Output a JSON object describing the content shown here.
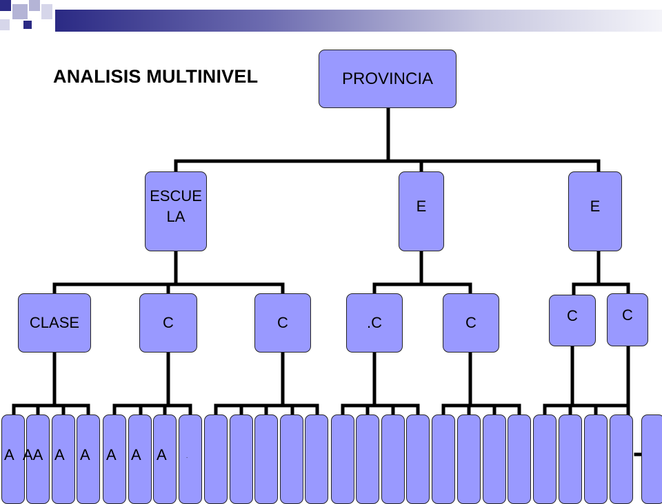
{
  "title": "ANALISIS MULTINIVEL",
  "colors": {
    "node_fill": "#9999ff",
    "node_border": "#222222",
    "connector": "#000000",
    "header_dark": "#2b2a84"
  },
  "root": {
    "label": "PROVINCIA"
  },
  "level2": [
    {
      "label": "ESCUE\nLA"
    },
    {
      "label": "E"
    },
    {
      "label": "E"
    }
  ],
  "level3": [
    {
      "label": "CLASE"
    },
    {
      "label": "C"
    },
    {
      "label": "C"
    },
    {
      "label": ".C"
    },
    {
      "label": "C"
    },
    {
      "label": "C"
    },
    {
      "label": "C"
    }
  ],
  "leaf_labels": [
    "A",
    "AA",
    "A",
    "A",
    "A",
    "A",
    "A",
    "."
  ]
}
